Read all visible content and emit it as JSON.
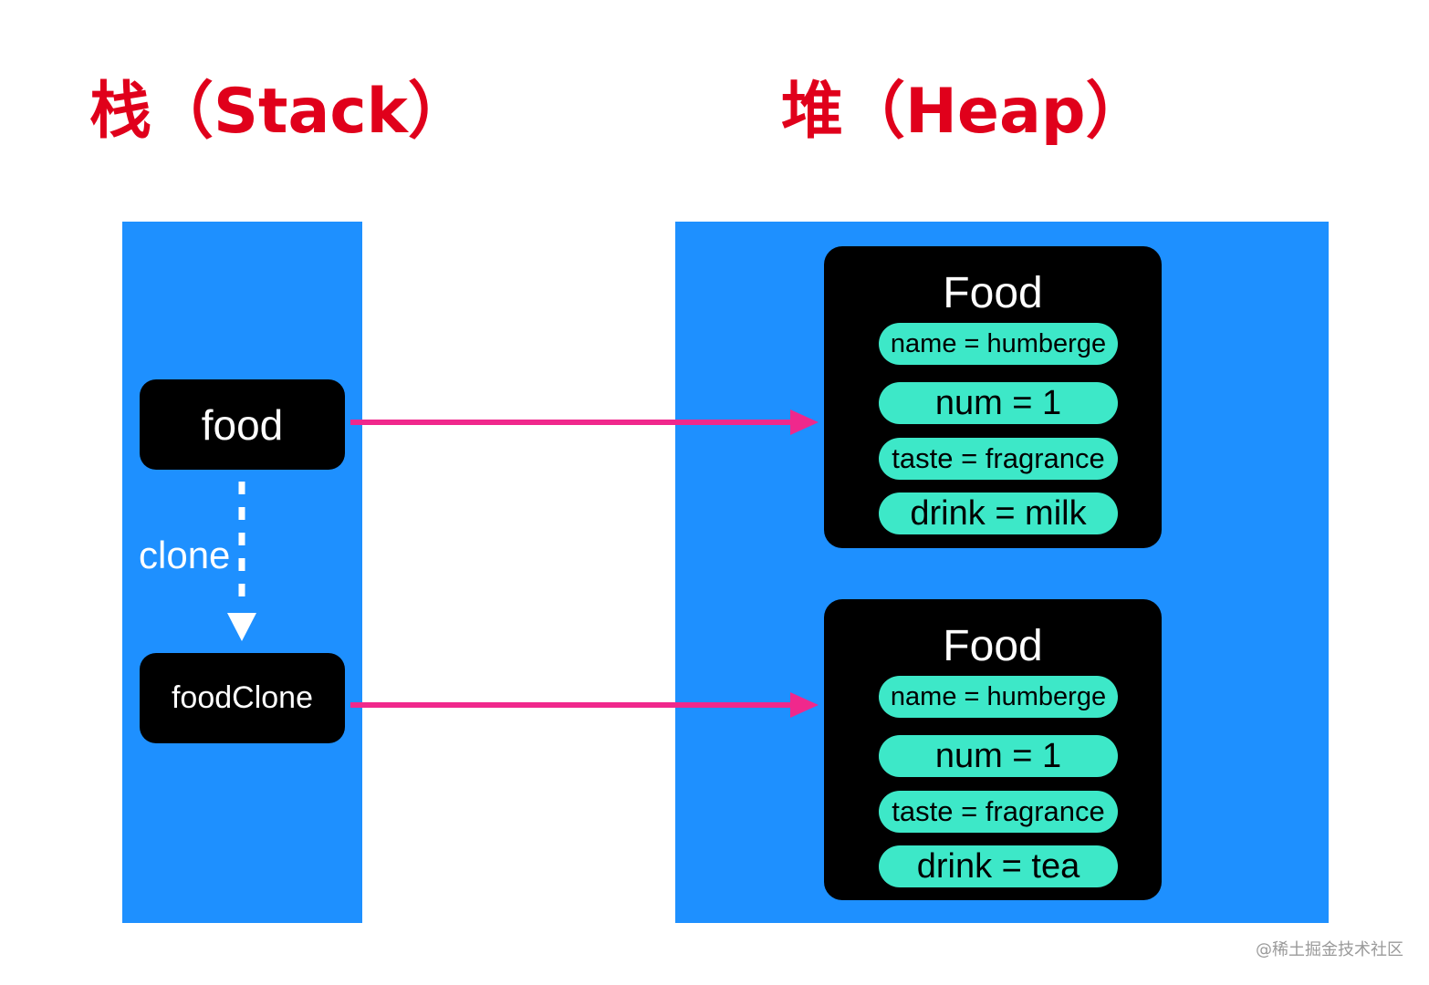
{
  "headings": {
    "stack": "栈（Stack）",
    "heap": "堆（Heap）"
  },
  "stack": {
    "variables": [
      {
        "label": "food"
      },
      {
        "label": "foodClone"
      }
    ],
    "clone_label": "clone"
  },
  "heap": {
    "objects": [
      {
        "title": "Food",
        "properties": [
          "name = humberge",
          "num = 1",
          "taste = fragrance",
          "drink = milk"
        ]
      },
      {
        "title": "Food",
        "properties": [
          "name = humberge",
          "num = 1",
          "taste = fragrance",
          "drink = tea"
        ]
      }
    ]
  },
  "colors": {
    "heading": "#e0001b",
    "region": "#1e90ff",
    "box": "#000000",
    "property": "#3de8c8",
    "pointer_arrow": "#f0288c",
    "clone_arrow": "#ffffff"
  },
  "watermark": "@稀土掘金技术社区"
}
